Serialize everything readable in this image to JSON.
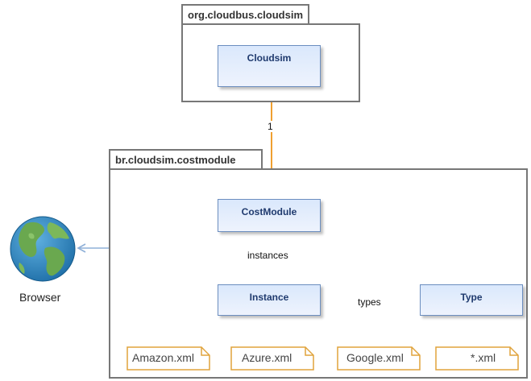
{
  "packages": {
    "top": {
      "name": "org.cloudbus.cloudsim"
    },
    "main": {
      "name": "br.cloudsim.costmodule"
    }
  },
  "classes": {
    "cloudsim": "Cloudsim",
    "costmodule": "CostModule",
    "instance": "Instance",
    "type": "Type"
  },
  "edges": {
    "cloudsim_costmodule_multiplicity": "1",
    "costmodule_instance": "instances",
    "instance_type": "types"
  },
  "browser": {
    "label": "Browser",
    "icon": "globe-icon"
  },
  "files": [
    "Amazon.xml",
    "Azure.xml",
    "Google.xml",
    "*.xml"
  ],
  "colors": {
    "package_border": "#777777",
    "class_fill": "#dae8fc",
    "class_border": "#6c8ebf",
    "orange_edge": "#f0a030",
    "blue_edge": "#8fb0d8",
    "file_border": "#e0a33c"
  }
}
